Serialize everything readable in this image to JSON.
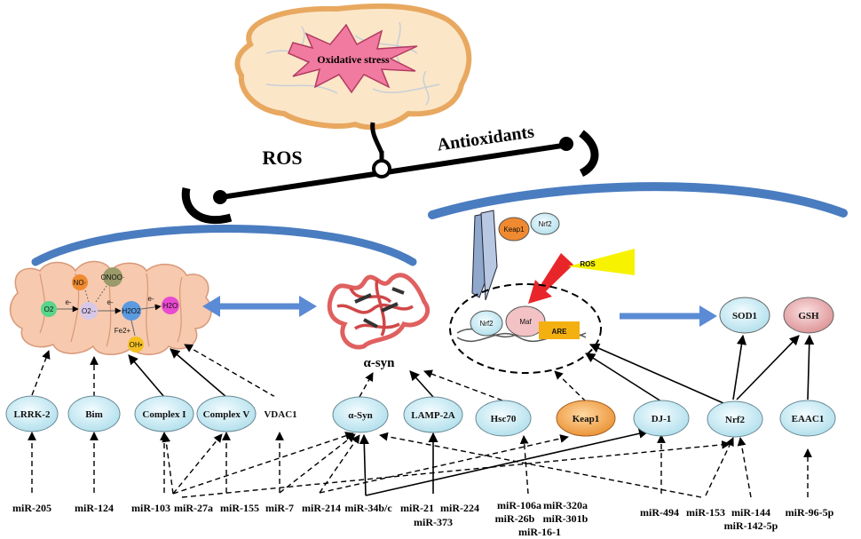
{
  "brain": {
    "label": "Oxidative stress"
  },
  "balance": {
    "left_label": "ROS",
    "right_label": "Antioxidants"
  },
  "mito": {
    "o2": "O2",
    "no": "NO·",
    "onoo": "ONOO·",
    "o2_radical": "O2·-",
    "h2o2": "H2O2",
    "h2o": "H2O",
    "fe": "Fe2+",
    "oh": "OH•",
    "electron": "e-"
  },
  "alpha_syn": {
    "label": "α-syn"
  },
  "nrf2_pathway": {
    "keap1": "Keap1",
    "nrf2": "Nrf2",
    "ros": "ROS",
    "maf": "Maf",
    "are": "ARE",
    "nrf2_bound": "Nrf2"
  },
  "antioxidants": {
    "sod1": "SOD1",
    "gsh": "GSH"
  },
  "targets": [
    {
      "id": "lrrk2",
      "label": "LRRK-2"
    },
    {
      "id": "bim",
      "label": "Bim"
    },
    {
      "id": "complex1",
      "label": "Complex I"
    },
    {
      "id": "complex5",
      "label": "Complex V"
    },
    {
      "id": "vdac1",
      "label": "VDAC1"
    },
    {
      "id": "asyn",
      "label": "α-Syn"
    },
    {
      "id": "lamp2a",
      "label": "LAMP-2A"
    },
    {
      "id": "hsc70",
      "label": "Hsc70"
    },
    {
      "id": "keap1",
      "label": "Keap1"
    },
    {
      "id": "dj1",
      "label": "DJ-1"
    },
    {
      "id": "nrf2",
      "label": "Nrf2"
    },
    {
      "id": "eaac1",
      "label": "EAAC1"
    }
  ],
  "mirnas": [
    {
      "id": "mir205",
      "label": "miR-205"
    },
    {
      "id": "mir124",
      "label": "miR-124"
    },
    {
      "id": "mir103",
      "label": "miR-103"
    },
    {
      "id": "mir27a",
      "label": "miR-27a"
    },
    {
      "id": "mir155",
      "label": "miR-155"
    },
    {
      "id": "mir7",
      "label": "miR-7"
    },
    {
      "id": "mir214",
      "label": "miR-214"
    },
    {
      "id": "mir34bc",
      "label": "miR-34b/c"
    },
    {
      "id": "mir21",
      "label": "miR-21"
    },
    {
      "id": "mir224",
      "label": "miR-224"
    },
    {
      "id": "mir373",
      "label": "miR-373"
    },
    {
      "id": "mir106a",
      "label": "miR-106a"
    },
    {
      "id": "mir26b",
      "label": "miR-26b"
    },
    {
      "id": "mir16_1",
      "label": "miR-16-1"
    },
    {
      "id": "mir320a",
      "label": "miR-320a"
    },
    {
      "id": "mir301b",
      "label": "miR-301b"
    },
    {
      "id": "mir494",
      "label": "miR-494"
    },
    {
      "id": "mir153",
      "label": "miR-153"
    },
    {
      "id": "mir144",
      "label": "miR-144"
    },
    {
      "id": "mir142_5p",
      "label": "miR-142-5p"
    },
    {
      "id": "mir96_5p",
      "label": "miR-96-5p"
    }
  ],
  "colors": {
    "target_fill": "#cdeef6",
    "keap1_fill": "#f0a040",
    "arc_blue": "#4a7cc0",
    "mito_fill": "#f7c9ae",
    "brain_fill": "#fbe6c8",
    "burst_fill": "#f07aa0",
    "arrow_red": "#e8262a",
    "ros_yellow": "#f6f200"
  }
}
